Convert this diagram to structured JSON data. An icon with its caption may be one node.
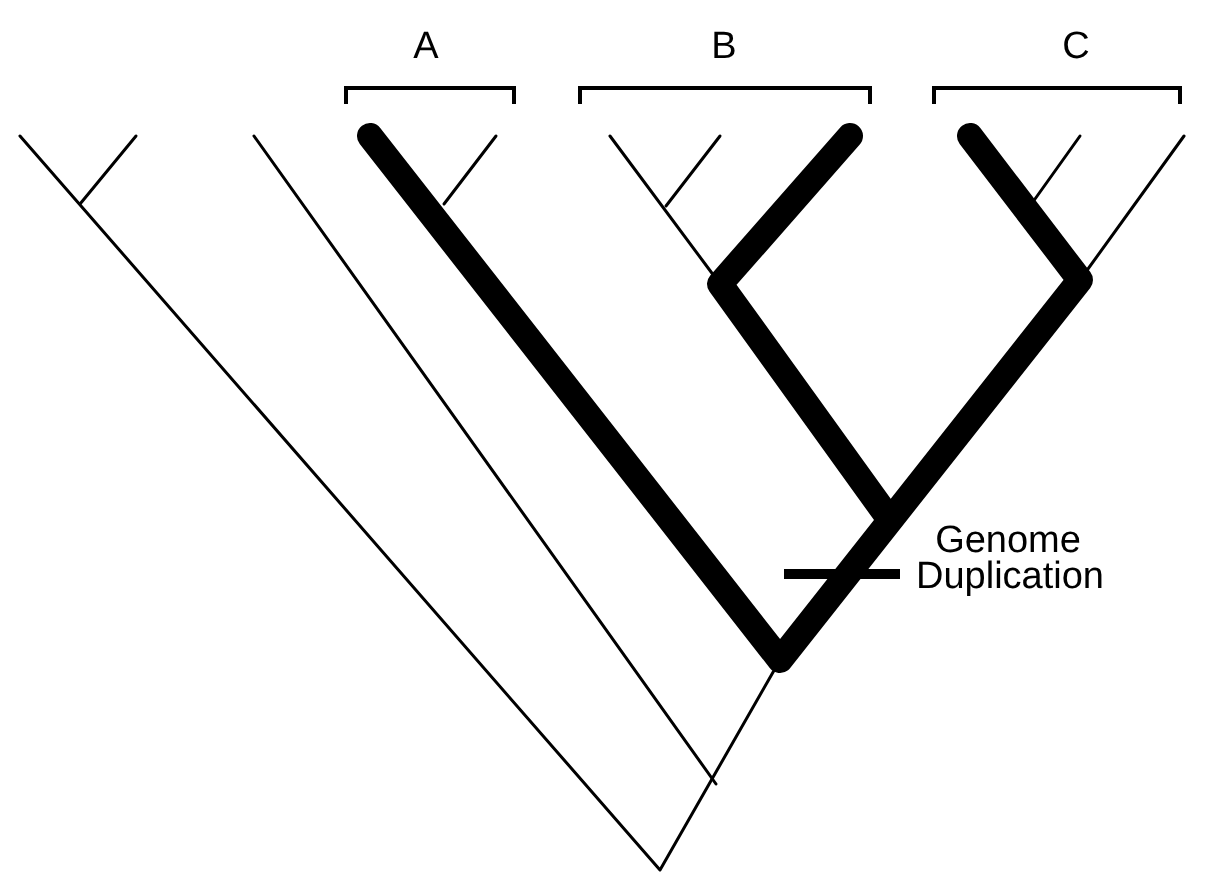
{
  "diagram": {
    "labels": [
      "A",
      "B",
      "C",
      "Genome Duplication"
    ]
  }
}
